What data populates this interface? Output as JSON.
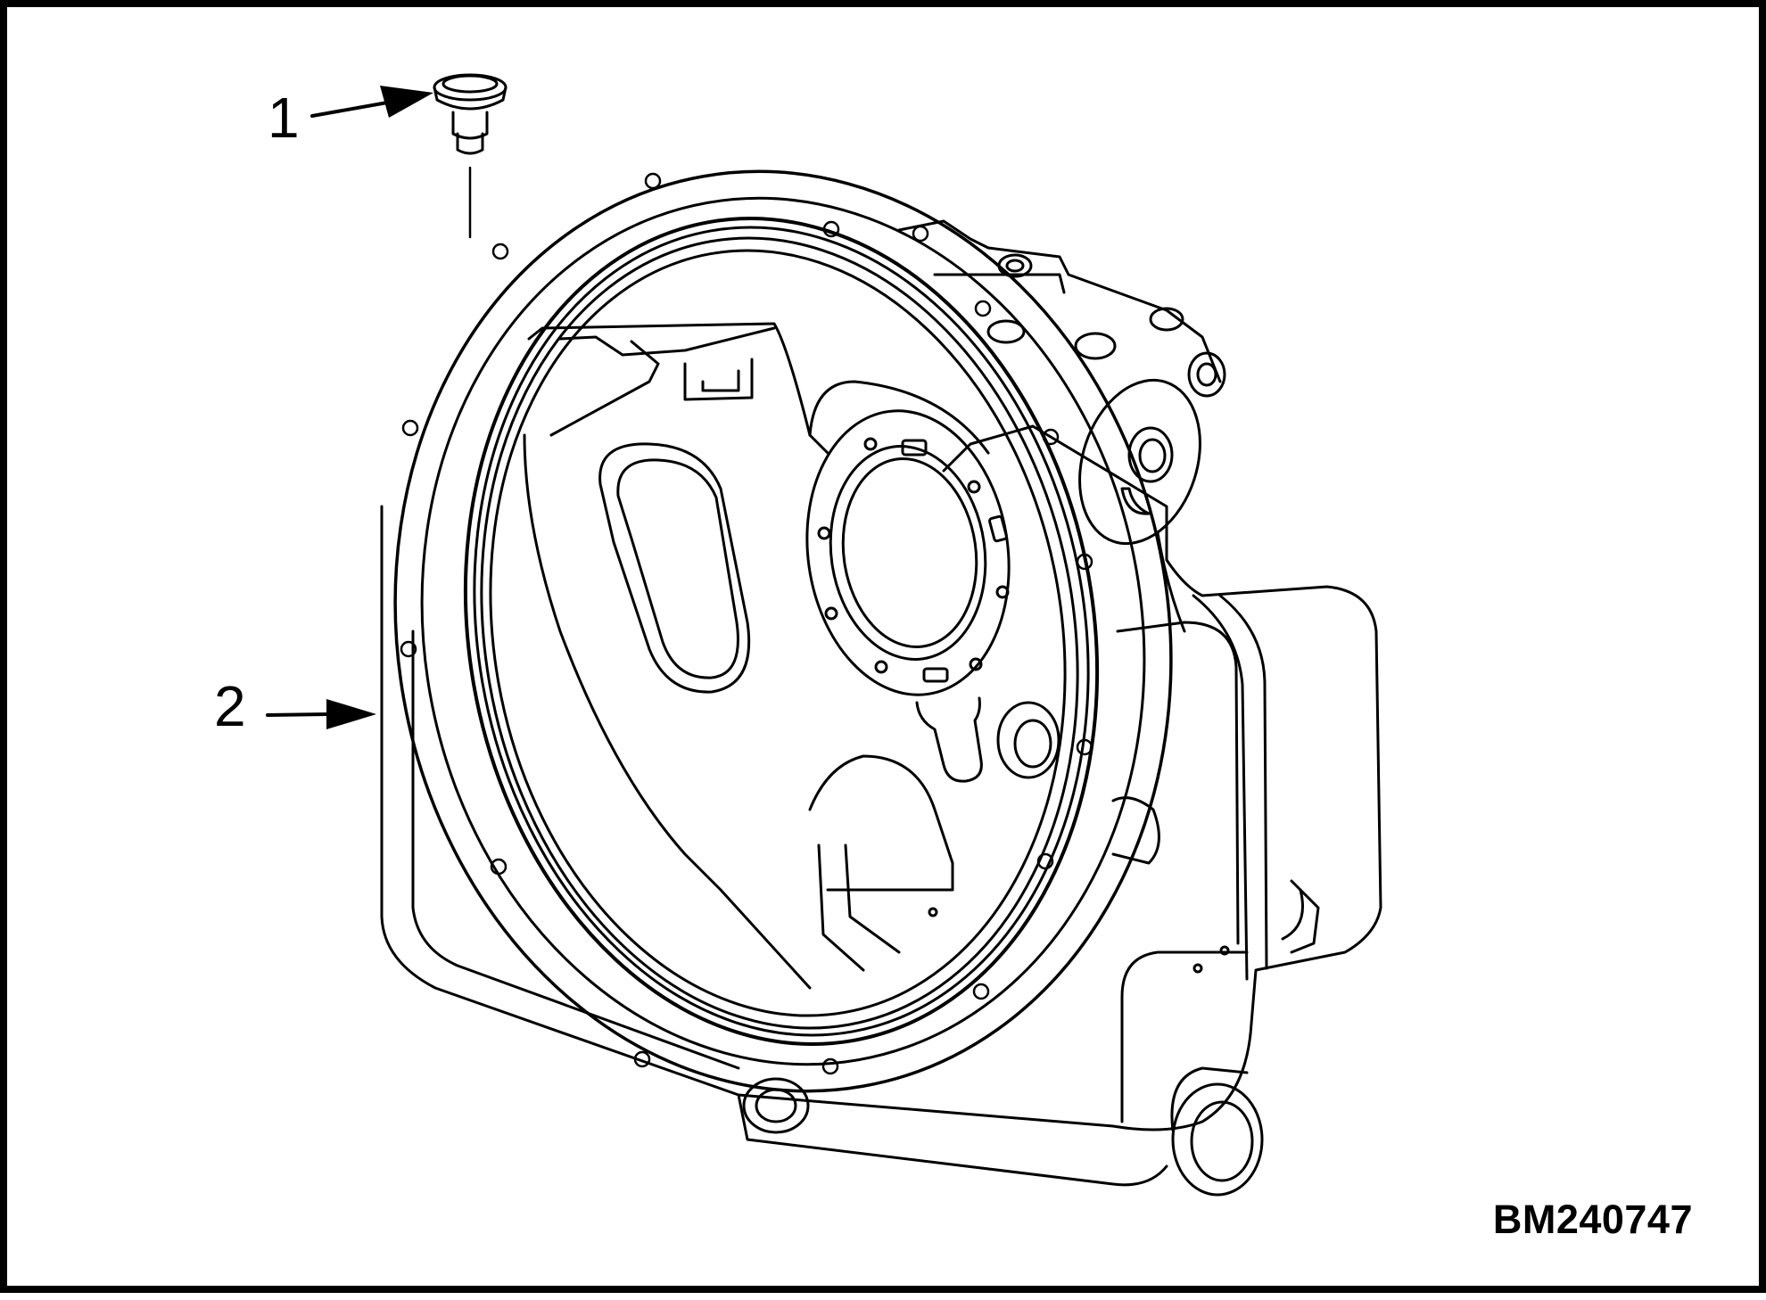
{
  "figure": {
    "id": "BM240747"
  },
  "callouts": [
    {
      "number": "1",
      "part": "plug"
    },
    {
      "number": "2",
      "part": "flywheel-housing"
    }
  ],
  "colors": {
    "line": "#000000",
    "background": "#ffffff"
  }
}
